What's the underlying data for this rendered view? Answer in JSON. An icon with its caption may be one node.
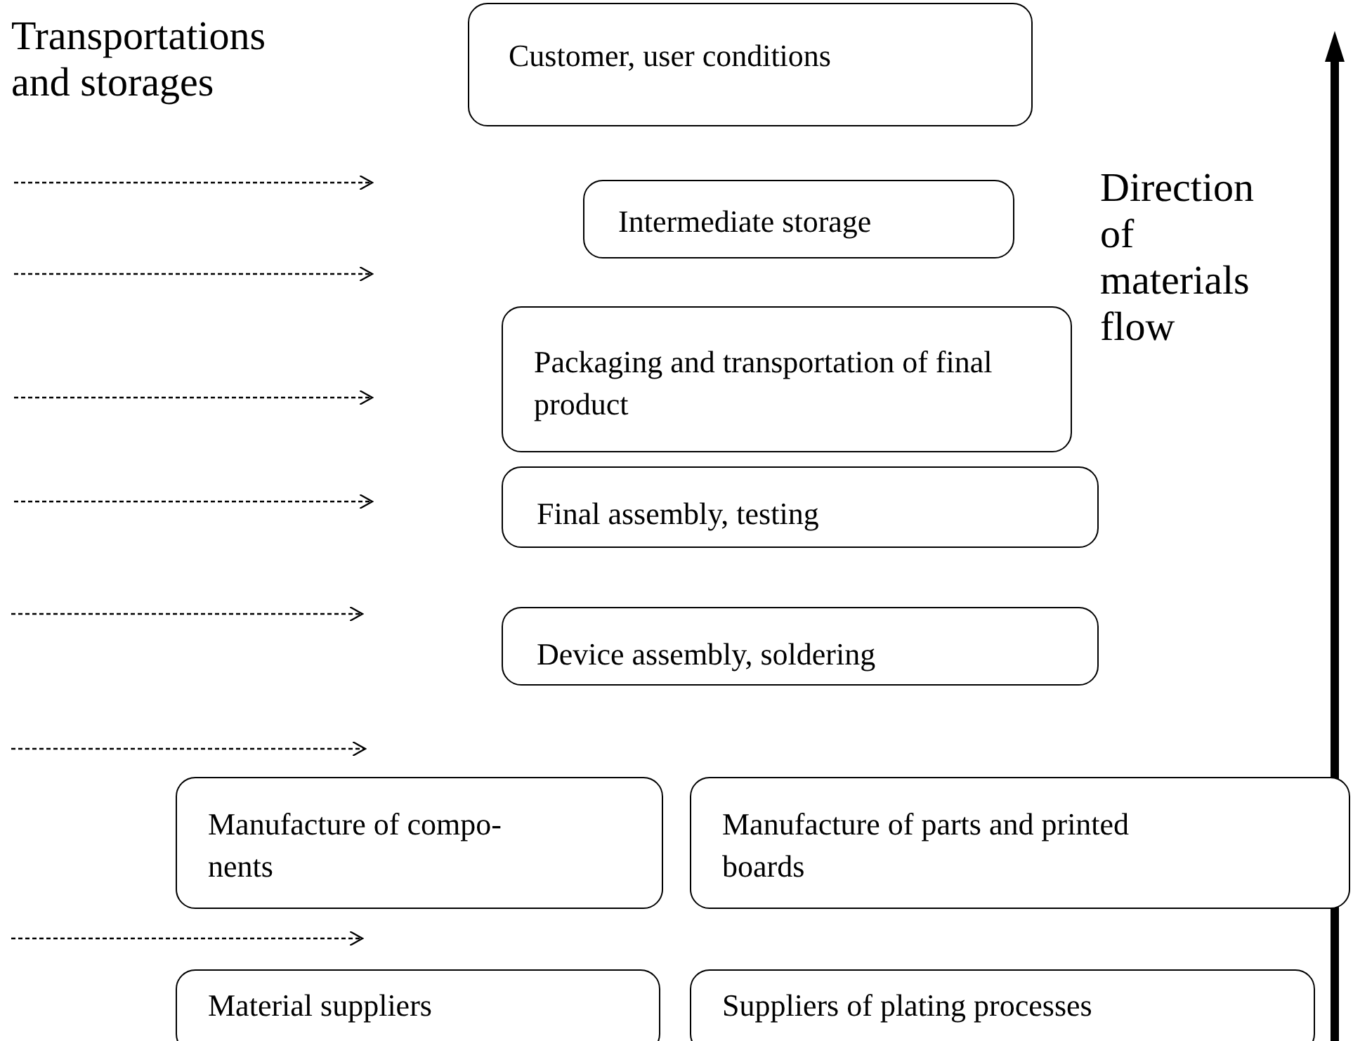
{
  "diagram": {
    "nodes": [
      {
        "text": [
          "Customer, user conditions"
        ]
      },
      {
        "text": [
          "Intermediate storage"
        ]
      },
      {
        "text": [
          "Packaging and transportation of final product"
        ]
      },
      {
        "text": [
          "Final assembly, testing"
        ]
      },
      {
        "text": [
          "Device assembly, soldering"
        ]
      },
      {
        "text": [
          "Manufacture of compo-nents"
        ]
      },
      {
        "text": [
          "Manufacture of parts and printed boards"
        ]
      },
      {
        "text": [
          "Material suppliers"
        ]
      },
      {
        "text": [
          "Suppliers of plating processes"
        ]
      }
    ],
    "edges": [],
    "labels": [
      "Transportations and storages",
      "Direction of materials flow"
    ]
  }
}
